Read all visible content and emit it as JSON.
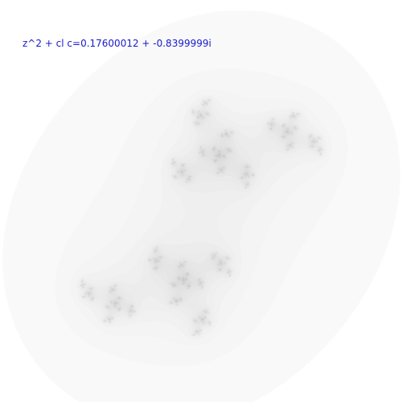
{
  "header": {
    "formula_label": "z^2 + cl c=0.17600012 + -0.8399999i"
  },
  "fractal": {
    "name": "julia-set",
    "c_real": 0.17600012,
    "c_imag": -0.8399999,
    "background_color": "#ffffff",
    "set_color": "#000000",
    "halo_color": "#bdbdbd"
  },
  "colors": {
    "text": "#1a1acc"
  }
}
